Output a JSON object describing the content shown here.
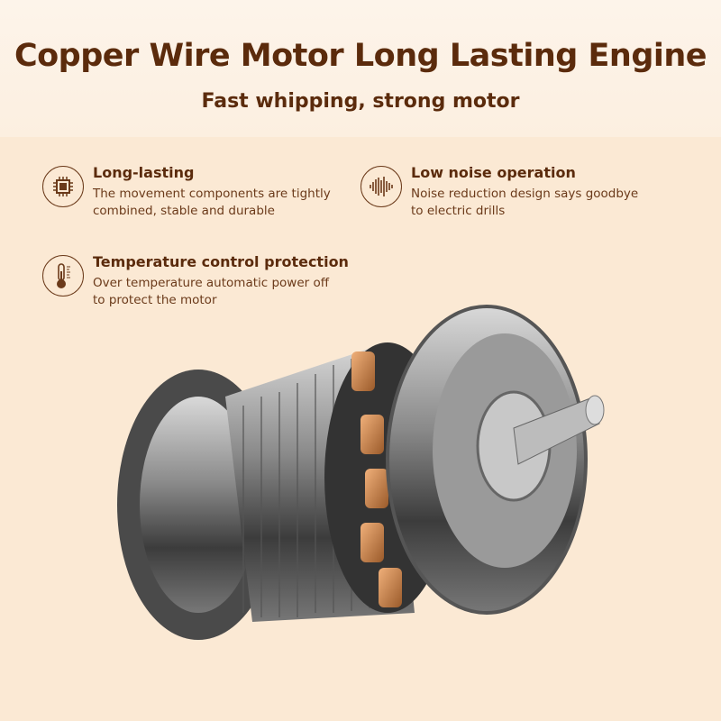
{
  "header": {
    "title": "Copper Wire Motor Long Lasting Engine",
    "subtitle": "Fast whipping, strong motor"
  },
  "features": [
    {
      "icon": "chip-icon",
      "title": "Long-lasting",
      "desc": "The movement components are tightly combined, stable and durable"
    },
    {
      "icon": "sound-wave-icon",
      "title": "Low noise operation",
      "desc": "Noise reduction design says goodbye to electric drills"
    },
    {
      "icon": "thermometer-icon",
      "title": "Temperature control protection",
      "desc": "Over temperature automatic power off to protect the motor"
    }
  ],
  "colors": {
    "brand": "#5b2b0c",
    "text": "#6b3a1a",
    "copper": "#c9814a"
  }
}
